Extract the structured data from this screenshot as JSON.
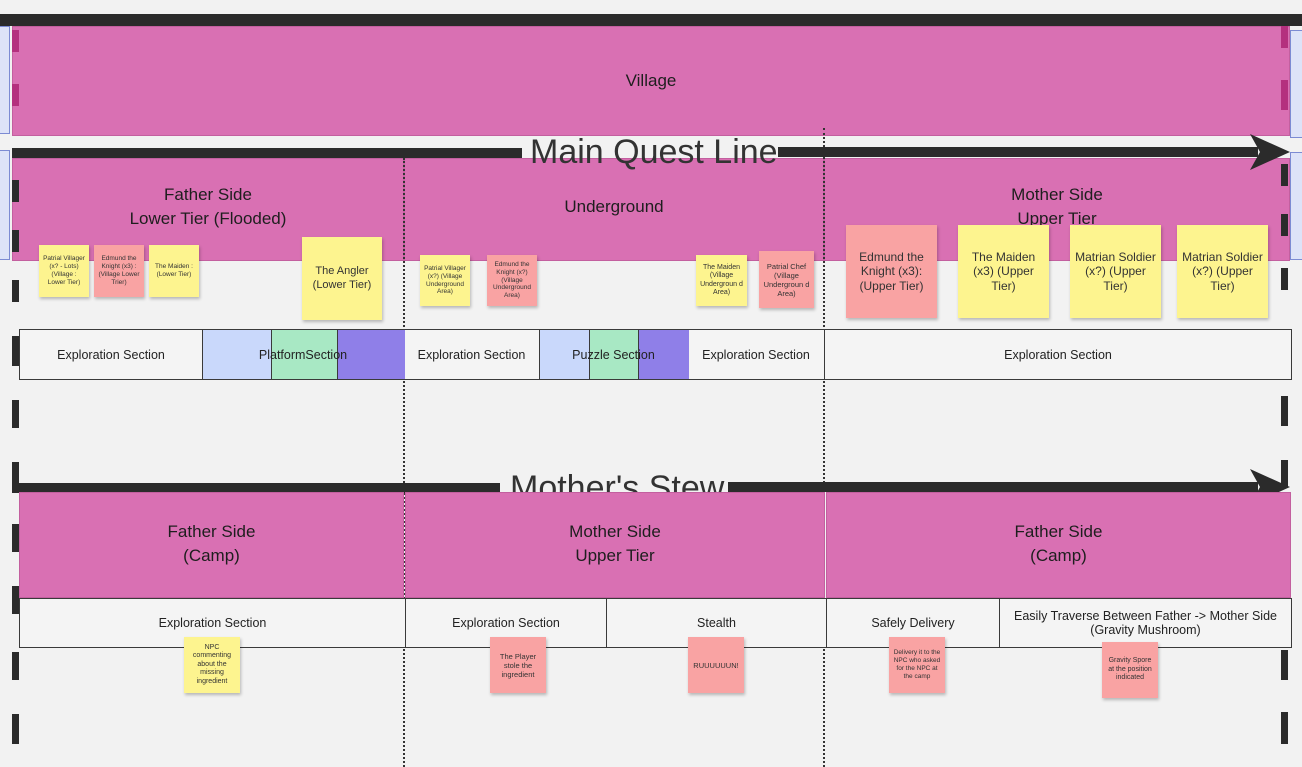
{
  "bands": {
    "village": "Village",
    "father_lower": "Father Side\nLower Tier (Flooded)",
    "underground": "Underground",
    "mother_upper": "Mother Side\nUpper Tier",
    "stew_father_camp": "Father Side\n(Camp)",
    "stew_mother_upper": "Mother Side\nUpper Tier",
    "stew_father_camp_2": "Father Side\n(Camp)"
  },
  "arrows": {
    "main_quest": "Main Quest Line",
    "mothers_stew": "Mother's Stew"
  },
  "main_sections": {
    "s1": "Exploration Section",
    "s2": "PlatformSection",
    "s3": "Exploration Section",
    "s4": "Puzzle Section",
    "s5": "Exploration Section",
    "s6": "Exploration Section"
  },
  "stew_sections": {
    "s1": "Exploration Section",
    "s2": "Exploration Section",
    "s3": "Stealth",
    "s4": "Safely Delivery",
    "s5": "Easily Traverse Between Father -> Mother Side\n(Gravity Mushroom)"
  },
  "notes": {
    "n1": "Patrial Villager (x? - Lots) (Village : Lower Tier)",
    "n2": "Edmund the Knight (x3) : (Village Lower Trier)",
    "n3": "The Maiden : (Lower Tier)",
    "n4": "The Angler (Lower Tier)",
    "n5": "Patrial Villager (x?) (Village Underground Area)",
    "n6": "Edmund the Knight (x?) (Village Underground Area)",
    "n7": "The Maiden (Village Undergroun d Area)",
    "n8": "Patrial Chef (Village Undergroun d Area)",
    "n9": "Edmund the Knight (x3): (Upper Tier)",
    "n10": "The Maiden (x3) (Upper Tier)",
    "n11": "Matrian Soldier (x?) (Upper Tier)",
    "n12": "Matrian Soldier (x?) (Upper Tier)",
    "n13": "NPC commenting about the missing ingredient",
    "n14": "The Player stole the ingredient",
    "n15": "RUUUUUUN!",
    "n16": "Delivery it to the NPC who asked for the NPC at the camp",
    "n17": "Gravity Spore at the position indicated"
  },
  "colors": {
    "band": "#d970b3",
    "yellow_note": "#fdf48f",
    "red_note": "#f9a3a3",
    "swatch_blue": "#c9d8fb",
    "swatch_green": "#a8e8c4",
    "swatch_purple": "#8f7fe8"
  }
}
